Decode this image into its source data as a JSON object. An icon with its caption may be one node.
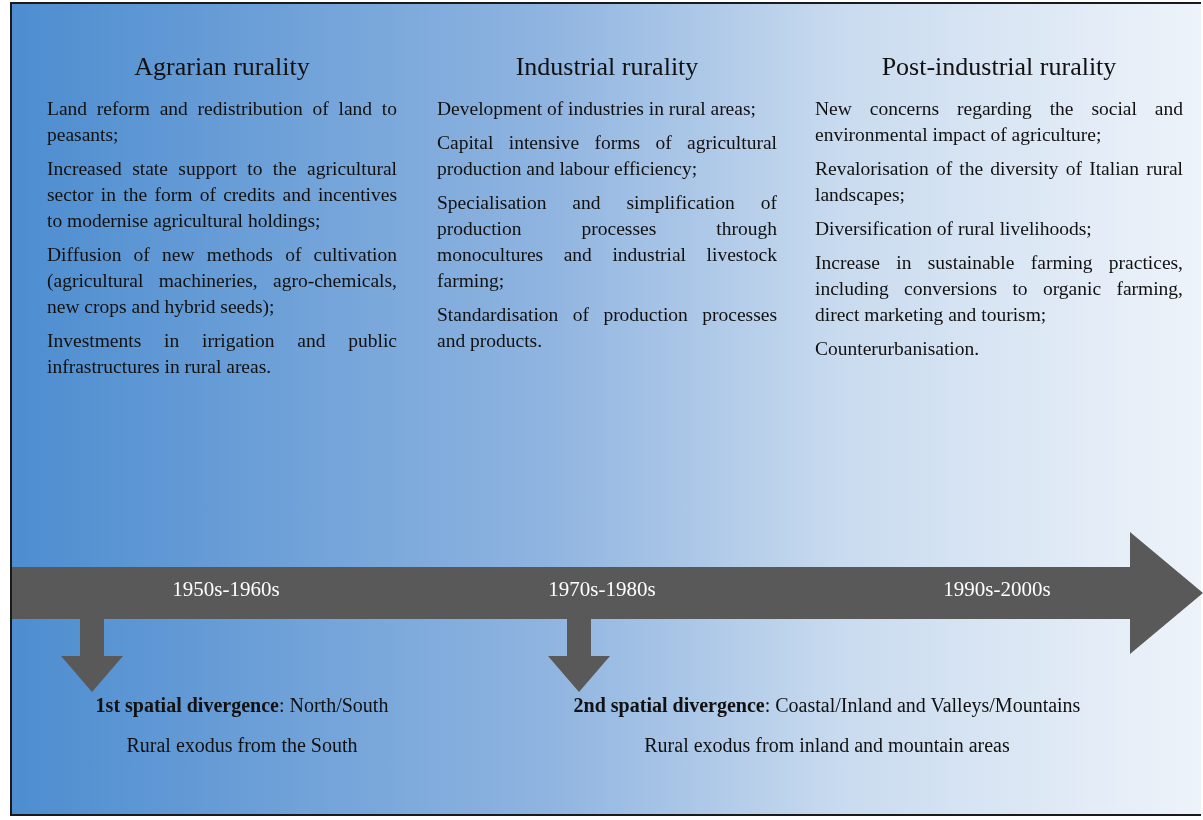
{
  "diagram": {
    "nodes": [
      {
        "text": [
          "1950s-1960s",
          "1970s-1980s",
          "1990s-2000s"
        ]
      },
      {
        "text": [
          "**1st spatial divergence**: North/South",
          "Rural exodus from the South"
        ]
      },
      {
        "text": [
          "**2nd spatial divergence**: Coastal/Inland and Valleys/Mountains",
          "Rural exodus from inland and mountain areas"
        ]
      }
    ],
    "edges": [
      {
        "from": 0,
        "to": 1,
        "arrow": "to",
        "style": "thick"
      },
      {
        "from": 0,
        "to": 2,
        "arrow": "to",
        "style": "thick"
      }
    ],
    "labels": [
      "Agrarian rurality",
      "Land reform and redistribution of land to peasants;",
      "Increased state support to the agricultural sector in the form of credits and incentives to modernise agricultural holdings;",
      "Diffusion of new methods of cultivation (agricultural machineries, agro-chemicals, new crops and hybrid seeds);",
      "Investments in irrigation and public infrastructures in rural areas.",
      "Industrial rurality",
      "Development of industries in rural areas;",
      "Capital intensive forms of agricultural production and labour efficiency;",
      "Specialisation and simplification of production processes through monocultures and industrial livestock farming;",
      "Standardisation of production processes and products.",
      "Post-industrial rurality",
      "New concerns regarding the social and environmental impact of agriculture;",
      "Revalorisation of the diversity of Italian rural landscapes;",
      "Diversification of rural livelihoods;",
      "Increase in sustainable farming practices, including conversions to organic farming, direct marketing and tourism;",
      "Counterurbanisation."
    ]
  }
}
